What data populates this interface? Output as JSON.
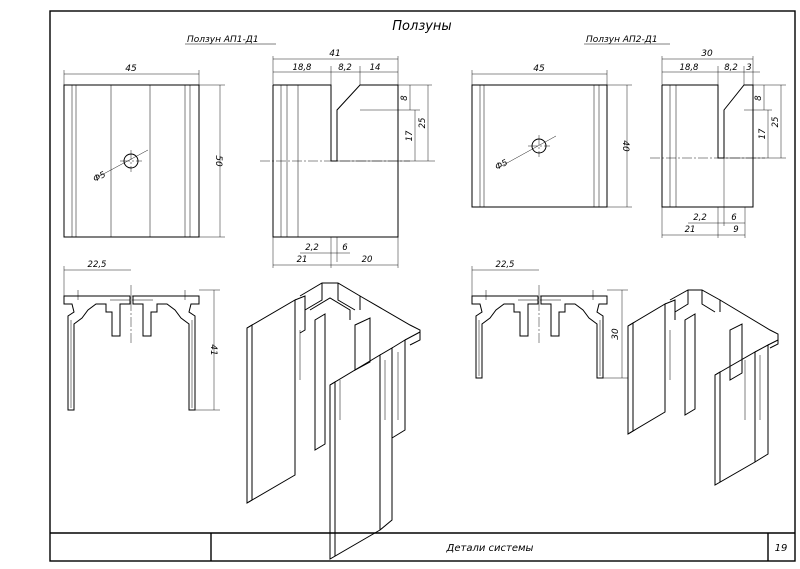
{
  "sheet": {
    "title": "Ползуны",
    "footer_title": "Детали системы",
    "page_number": "19"
  },
  "views": {
    "left": {
      "label": "Ползун АП1-Д1",
      "front": {
        "width": "45",
        "height": "50",
        "hole": "Ф5"
      },
      "side": {
        "total": "41",
        "d1": "18,8",
        "d2": "8,2",
        "d3": "14",
        "h1": "8",
        "h2": "25",
        "h3": "17",
        "b1": "2,2",
        "b2": "6",
        "b3": "21",
        "b4": "20"
      },
      "profile": {
        "width": "22,5",
        "height": "41"
      }
    },
    "right": {
      "label": "Ползун АП2-Д1",
      "front": {
        "width": "45",
        "height": "40",
        "hole": "Ф5"
      },
      "side": {
        "total": "30",
        "d1": "18,8",
        "d2": "8,2",
        "d3": "3",
        "h1": "8",
        "h2": "25",
        "h3": "17",
        "b1": "2,2",
        "b2": "6",
        "b3": "21",
        "b4": "9"
      },
      "profile": {
        "width": "22,5",
        "height": "30"
      }
    }
  }
}
